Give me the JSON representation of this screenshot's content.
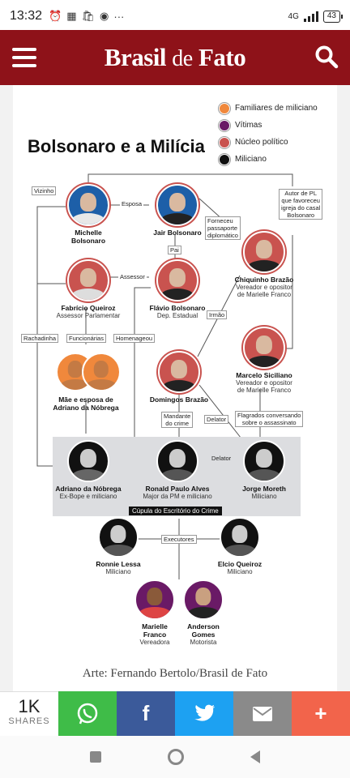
{
  "status_bar": {
    "time": "13:32",
    "network": "4G",
    "battery": "43"
  },
  "header": {
    "logo_main": "Brasil",
    "logo_de": "de",
    "logo_end": "Fato"
  },
  "infographic": {
    "title": "Bolsonaro e a Milícia",
    "legend": [
      {
        "label": "Familiares de miliciano",
        "color": "#f0883c"
      },
      {
        "label": "Vítimas",
        "color": "#6a1a66"
      },
      {
        "label": "Núcleo político",
        "color": "#c9534f"
      },
      {
        "label": "Miliciano",
        "color": "#111111"
      }
    ],
    "people": {
      "michelle": {
        "name": "Michelle\nBolsonaro",
        "role": ""
      },
      "jair": {
        "name": "Jair Bolsonaro",
        "role": ""
      },
      "chiquinho": {
        "name": "Chiquinho Brazão",
        "role": "Vereador e opositor\nde Marielle Franco"
      },
      "fabricio": {
        "name": "Fabrício Queiroz",
        "role": "Assessor Parlamentar"
      },
      "flavio": {
        "name": "Flávio Bolsonaro",
        "role": "Dep. Estadual"
      },
      "marcelo": {
        "name": "Marcelo Siciliano",
        "role": "Vereador e opositor\nde Marielle Franco"
      },
      "mae": {
        "name": "Mãe e esposa de\nAdriano da Nóbrega",
        "role": ""
      },
      "domingos": {
        "name": "Domingos Brazão",
        "role": ""
      },
      "adriano": {
        "name": "Adriano da Nóbrega",
        "role": "Ex-Bope e miliciano"
      },
      "ronald": {
        "name": "Ronald Paulo Alves",
        "role": "Major da PM e miliciano"
      },
      "jorge": {
        "name": "Jorge Moreth",
        "role": "Miliciano"
      },
      "ronnie": {
        "name": "Ronnie Lessa",
        "role": "Miliciano"
      },
      "elcio": {
        "name": "Elcio Queiroz",
        "role": "Miliciano"
      },
      "marielle": {
        "name": "Marielle\nFranco",
        "role": "Vereadora"
      },
      "anderson": {
        "name": "Anderson\nGomes",
        "role": "Motorista"
      }
    },
    "connections": {
      "vizinho": "Vizinho",
      "esposa": "Esposa",
      "autor_pl": "Autor de PL\nque favoreceu\nigreja do casal\nBolsonaro",
      "fomeceu": "Forneceu\npassaporte\ndiplomático",
      "pai": "Pai",
      "assessor": "Assessor",
      "irmao": "Irmão",
      "rachadinha": "Rachadinha",
      "funcionarias": "Funcionárias",
      "homenageou": "Homenageou",
      "mandante": "Mandante\ndo crime",
      "delator1": "Delator",
      "flagrados": "Flagrados conversando\nsobre o assassinato",
      "delator2": "Delator",
      "cupula": "Cúpula do Escritório do Crime",
      "executores": "Executores"
    }
  },
  "credit": "Arte: Fernando Bertolo/Brasil de Fato",
  "share_bar": {
    "count": "1K",
    "count_label": "SHARES",
    "buttons": [
      {
        "name": "whatsapp",
        "color": "#3fbc48"
      },
      {
        "name": "facebook",
        "color": "#3b5a9a"
      },
      {
        "name": "twitter",
        "color": "#1da1f2"
      },
      {
        "name": "email",
        "color": "#8a8a8a"
      },
      {
        "name": "more",
        "color": "#f2644b"
      }
    ]
  }
}
